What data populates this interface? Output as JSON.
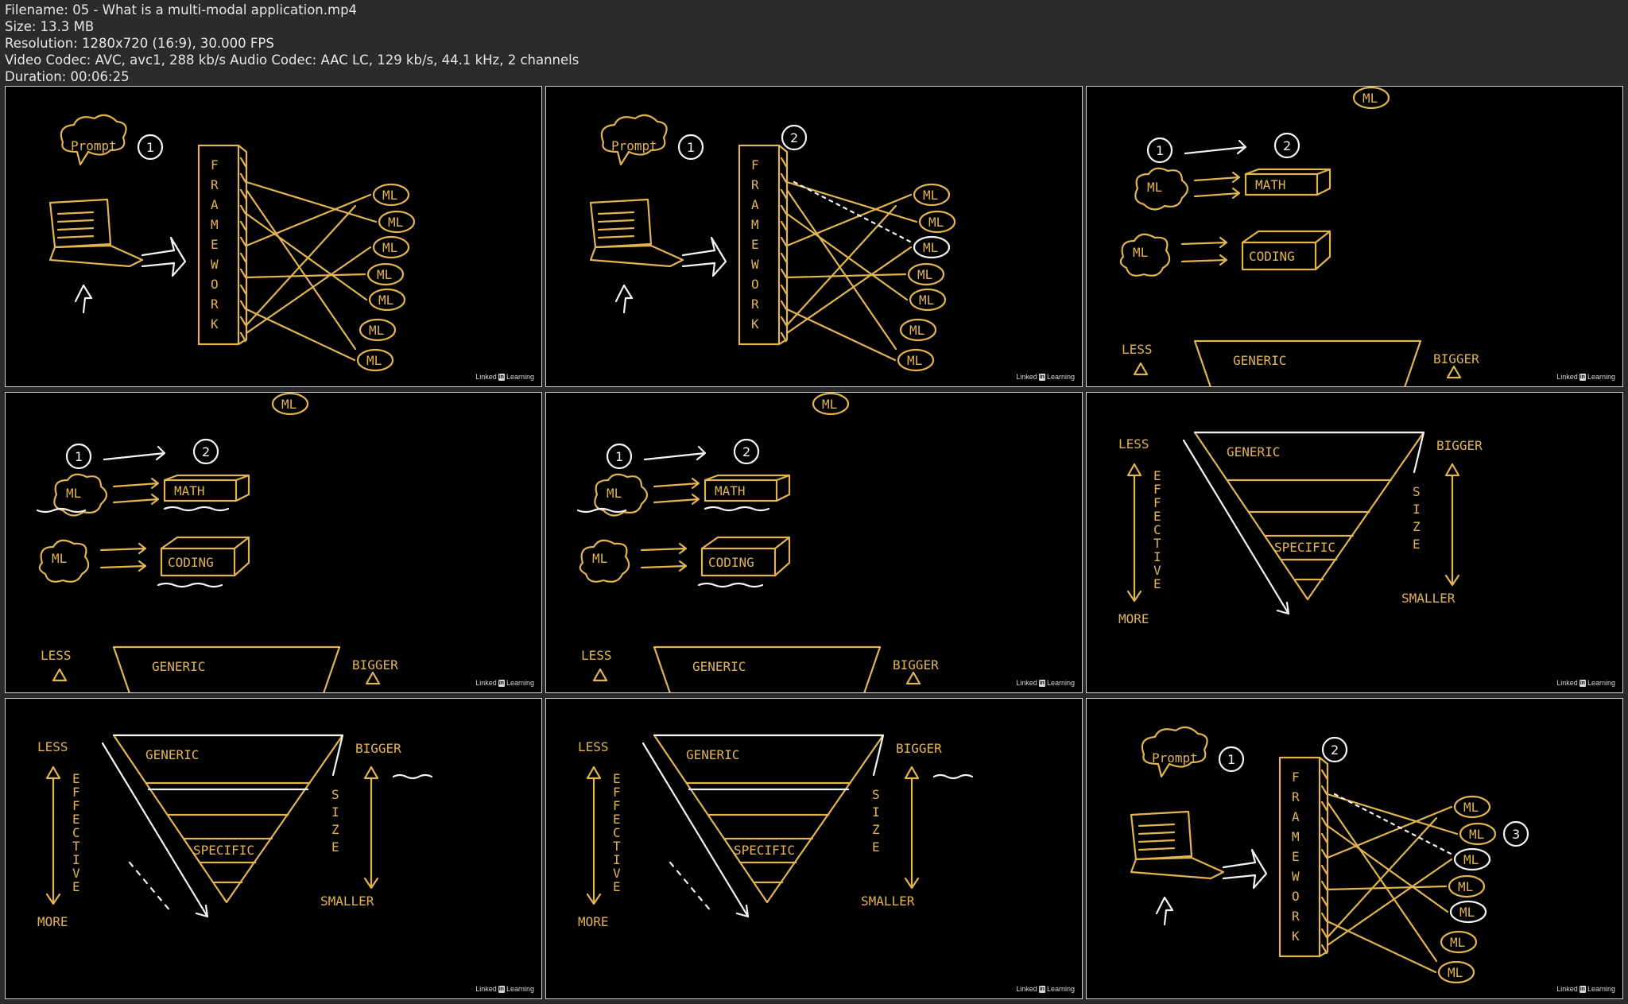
{
  "info": {
    "filename": "Filename: 05 - What is a multi-modal application.mp4",
    "size": "Size: 13.3 MB",
    "resolution": "Resolution: 1280x720 (16:9), 30.000 FPS",
    "codec": "Video Codec: AVC, avc1, 288 kb/s Audio Codec: AAC LC, 129 kb/s, 44.1 kHz, 2 channels",
    "duration": "Duration: 00:06:25"
  },
  "watermark": {
    "brand": "Linked",
    "in": "in",
    "suffix": "Learning"
  },
  "sketch": {
    "prompt": "Prompt",
    "framework": [
      "F",
      "R",
      "A",
      "M",
      "E",
      "W",
      "O",
      "R",
      "K"
    ],
    "ml": "ML",
    "math": "MATH",
    "coding": "CODING",
    "generic": "GENERIC",
    "specific": "SPECIFIC",
    "less": "LESS",
    "more": "MORE",
    "bigger": "BIGGER",
    "smaller": "SMALLER",
    "effective": [
      "E",
      "F",
      "F",
      "E",
      "C",
      "T",
      "I",
      "V",
      "E"
    ],
    "size": [
      "S",
      "I",
      "Z",
      "E"
    ],
    "n1": "1",
    "n2": "2",
    "n3": "3"
  },
  "colors": {
    "chalk": "#e2b550",
    "ink": "#f3f3f3",
    "bg": "#000000",
    "sheet": "#2b2b2b"
  }
}
